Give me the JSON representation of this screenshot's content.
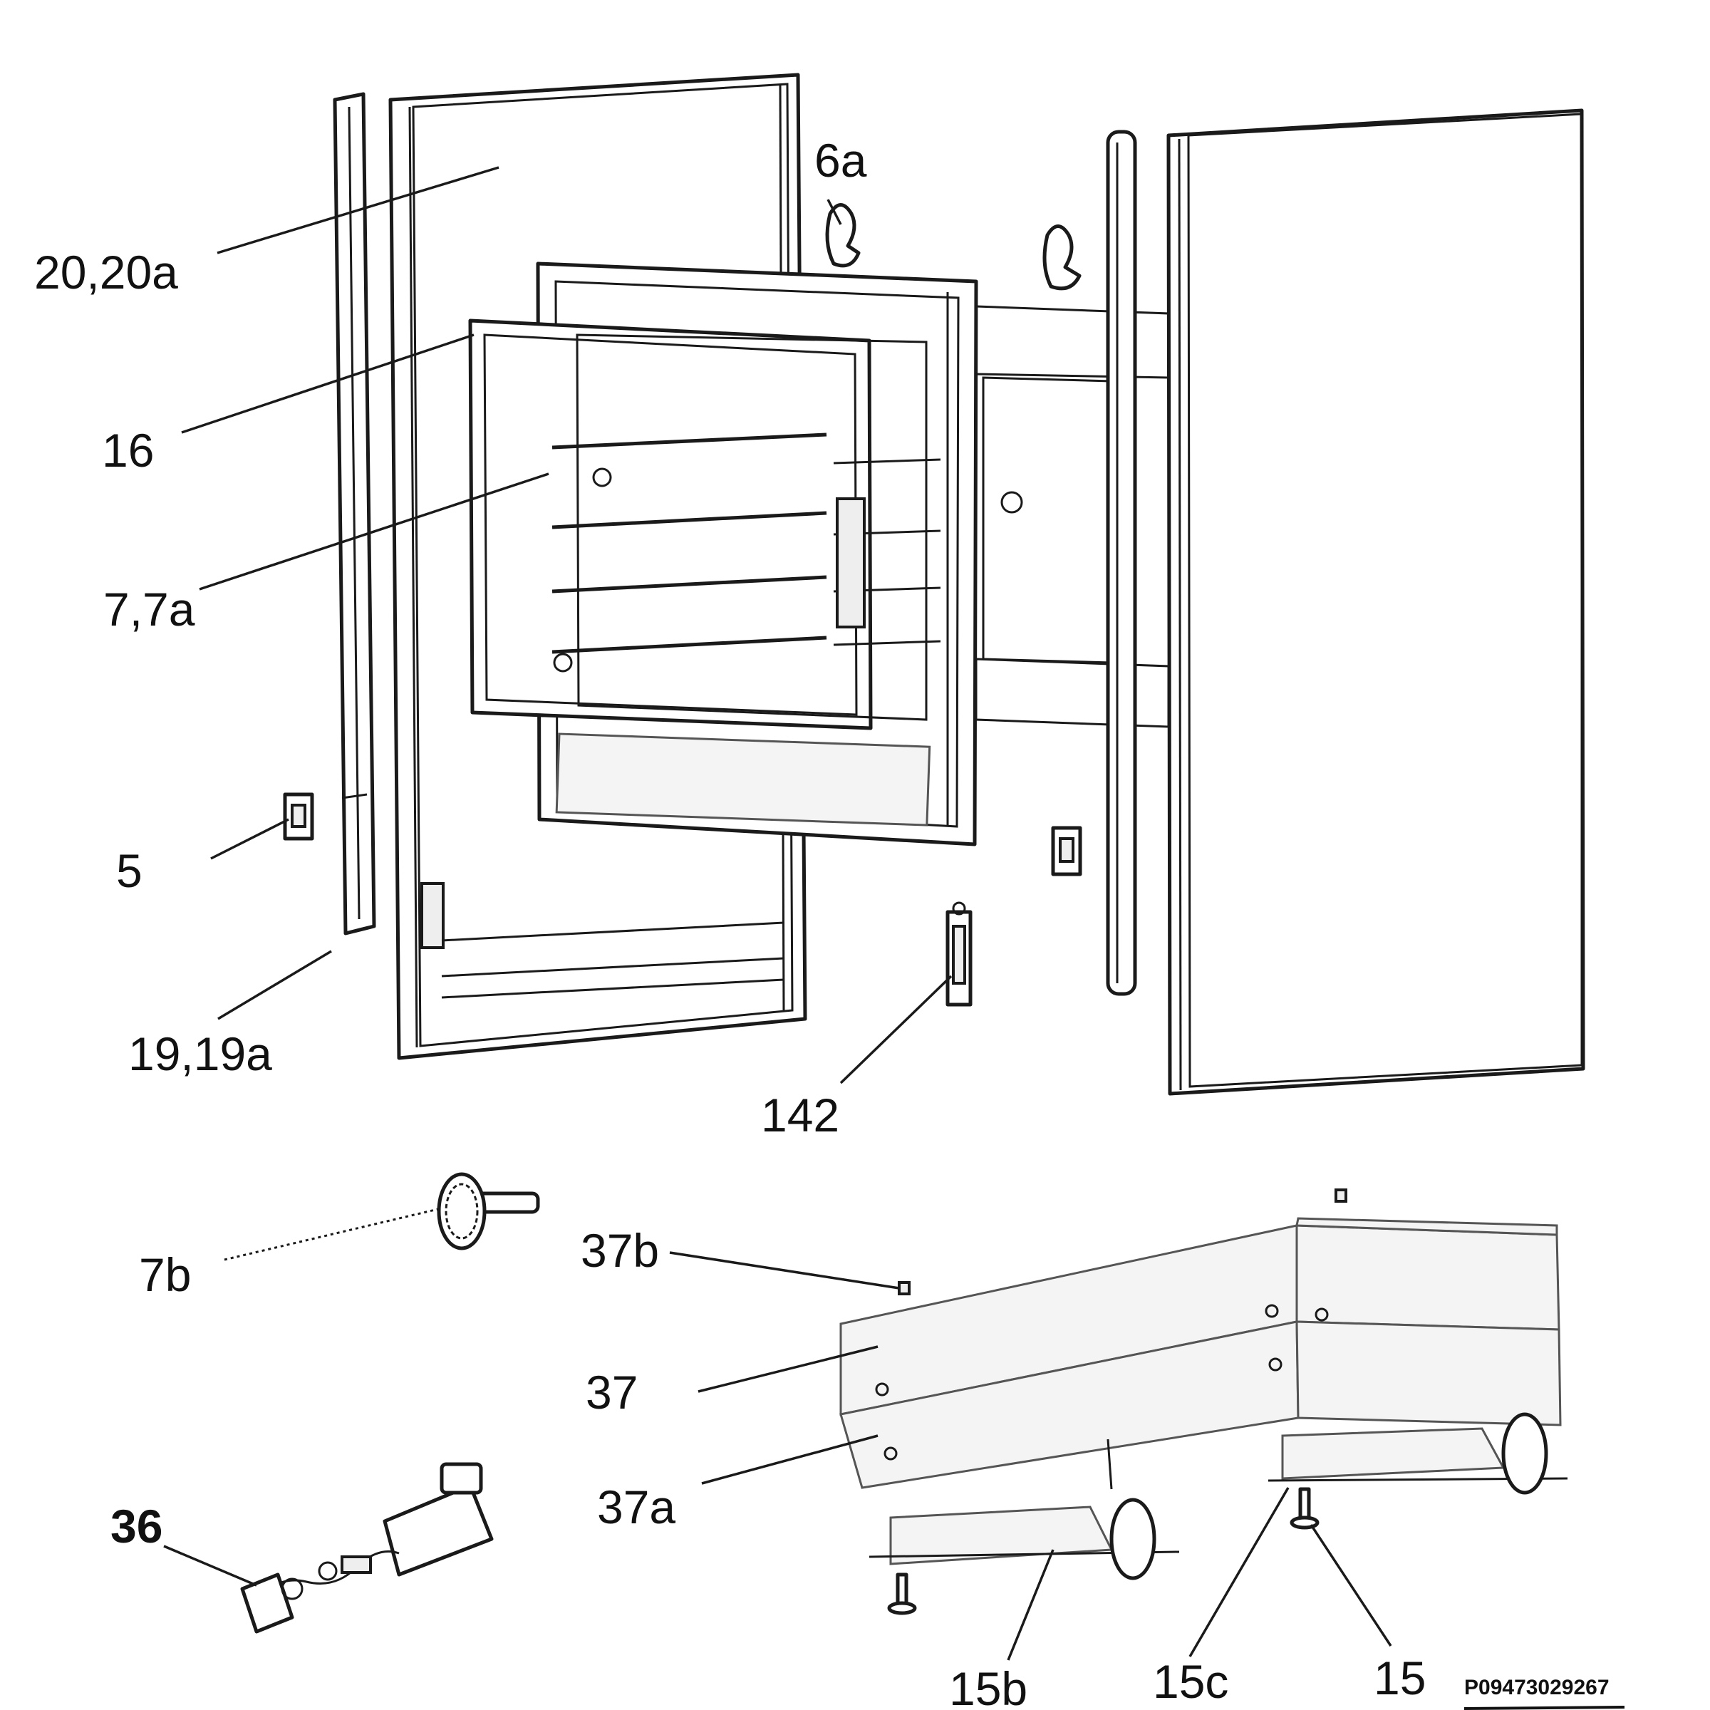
{
  "diagram": {
    "reference_code": "P09473029267",
    "callouts": {
      "c20": "20,20a",
      "c6a": "6a",
      "c16": "16",
      "c7": "7,7a",
      "c5": "5",
      "c19": "19,19a",
      "c142": "142",
      "c7b": "7b",
      "c37b": "37b",
      "c37": "37",
      "c37a": "37a",
      "c36": "36",
      "c15b": "15b",
      "c15c": "15c",
      "c15": "15"
    }
  }
}
